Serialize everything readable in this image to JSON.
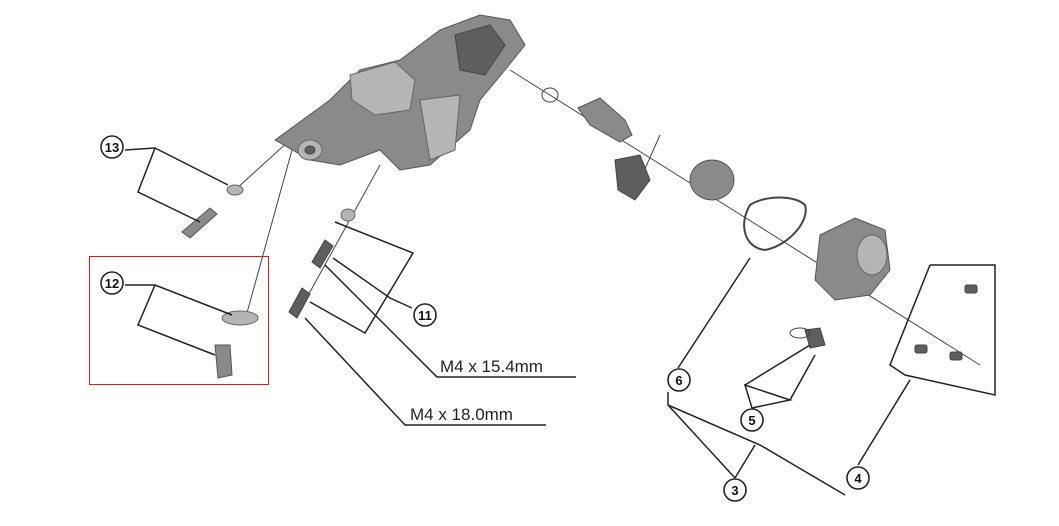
{
  "diagram": {
    "callouts": {
      "c13": "13",
      "c12": "12",
      "c11": "11",
      "c6": "6",
      "c5": "5",
      "c3": "3",
      "c4": "4"
    },
    "labels": {
      "screw_short": "M4 x 15.4mm",
      "screw_long": "M4 x 18.0mm"
    },
    "highlight_color": "#d62020",
    "highlighted_part": "12"
  }
}
